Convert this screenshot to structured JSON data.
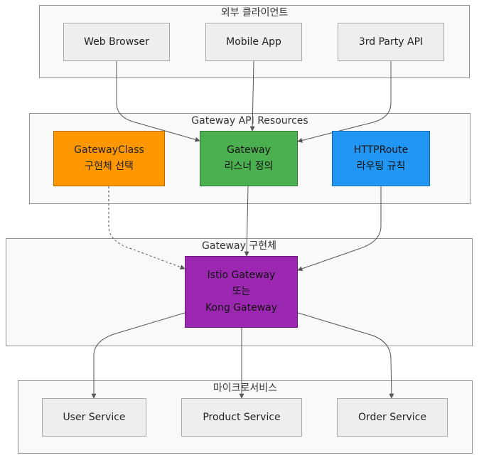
{
  "clusters": {
    "clients": "외부 클라이언트",
    "resources": "Gateway API Resources",
    "impl": "Gateway 구현체",
    "services": "마이크로서비스"
  },
  "nodes": {
    "web_browser": "Web Browser",
    "mobile_app": "Mobile App",
    "third_party_api": "3rd Party API",
    "gateway_class": {
      "line1": "GatewayClass",
      "line2": "구현체 선택"
    },
    "gateway": {
      "line1": "Gateway",
      "line2": "리스너 정의"
    },
    "httproute": {
      "line1": "HTTPRoute",
      "line2": "라우팅 규칙"
    },
    "istio": {
      "line1": "Istio Gateway",
      "line2": "또는",
      "line3": "Kong Gateway"
    },
    "user_service": "User Service",
    "product_service": "Product Service",
    "order_service": "Order Service"
  },
  "colors": {
    "gateway_class": "#ff9800",
    "gateway": "#4caf50",
    "httproute": "#2196f3",
    "istio": "#9c27b0",
    "edge": "#555555"
  }
}
